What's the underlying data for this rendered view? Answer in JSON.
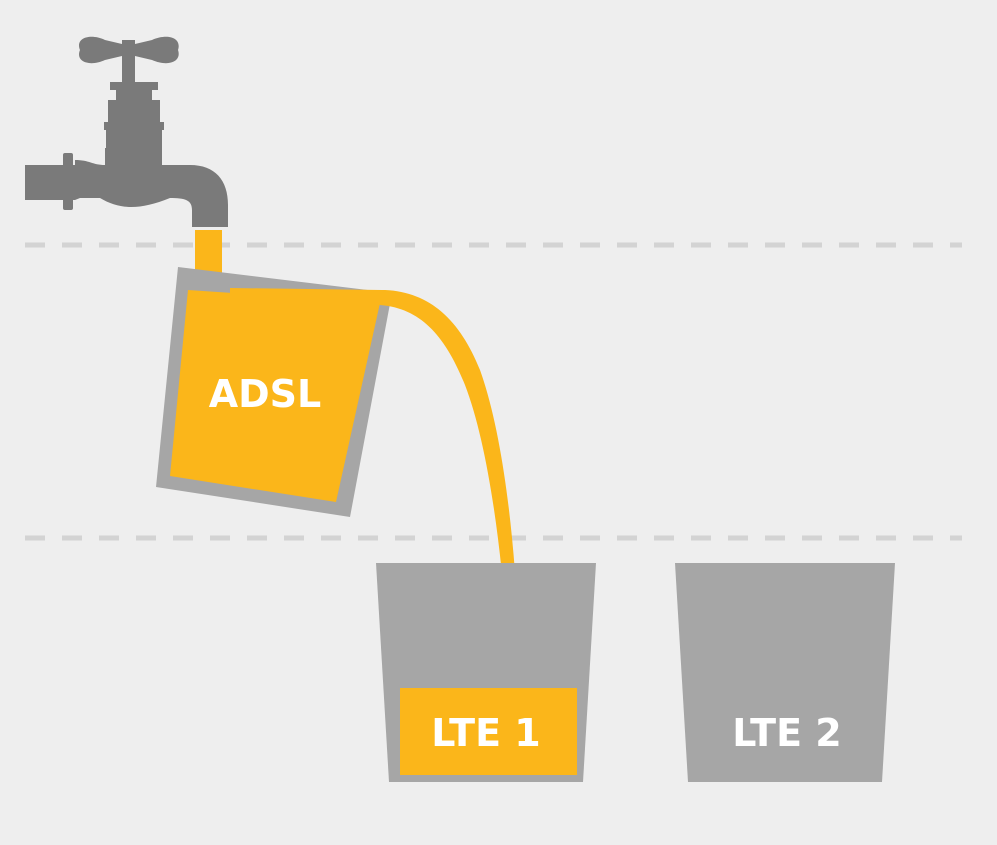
{
  "colors": {
    "background": "#eeeeee",
    "faucet": "#7a7a7a",
    "bucket": "#a6a6a6",
    "water": "#fbb61a",
    "dashed_line": "#d3d3d3",
    "label": "#ffffff"
  },
  "buckets": [
    {
      "label": "ADSL",
      "state": "full, pouring"
    },
    {
      "label": "LTE 1",
      "state": "partially filled"
    },
    {
      "label": "LTE 2",
      "state": "empty"
    }
  ]
}
